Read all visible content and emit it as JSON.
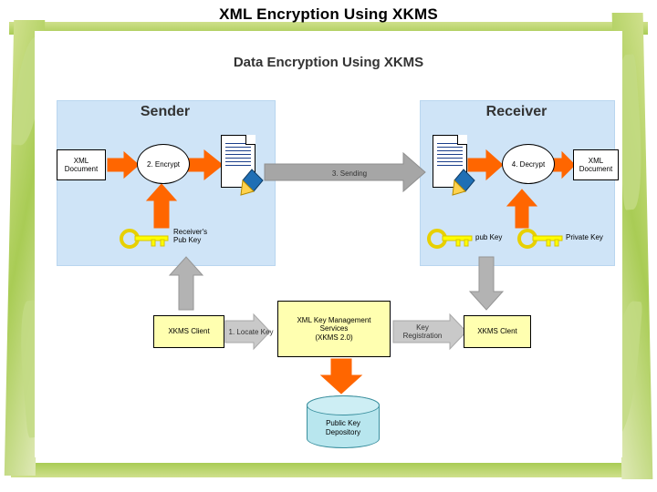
{
  "slide": {
    "title": "XML Encryption Using XKMS",
    "diagram_title": "Data Encryption Using XKMS"
  },
  "panels": {
    "sender": {
      "label": "Sender"
    },
    "receiver": {
      "label": "Receiver"
    }
  },
  "nodes": {
    "sender_xml_doc": "XML\nDocument",
    "encrypt_step": "2. Encrypt",
    "sending_step": "3. Sending",
    "decrypt_step": "4. Decrypt",
    "receiver_xml_doc": "XML\nDocument",
    "receivers_pub_key": "Receiver's\nPub Key",
    "pub_key": "pub Key",
    "private_key": "Private Key",
    "xkms_client_left": "XKMS Client",
    "locate_key_step": "1. Locate Key",
    "xkms_service": "XML Key Management\nServices\n(XKMS 2.0)",
    "key_registration_step": "Key Registration",
    "xkms_client_right": "XKMS Clent",
    "public_key_depository": "Public Key\nDepository"
  },
  "colors": {
    "panel_fill": "#cfe4f7",
    "arrow_orange": "#ff6600",
    "arrow_gray": "#a6a6a6",
    "box_yellow": "#ffffb0",
    "cylinder_fill": "#b8e6ee",
    "frame_green": "#a9cc55",
    "key_yellow": "#ffff00"
  }
}
